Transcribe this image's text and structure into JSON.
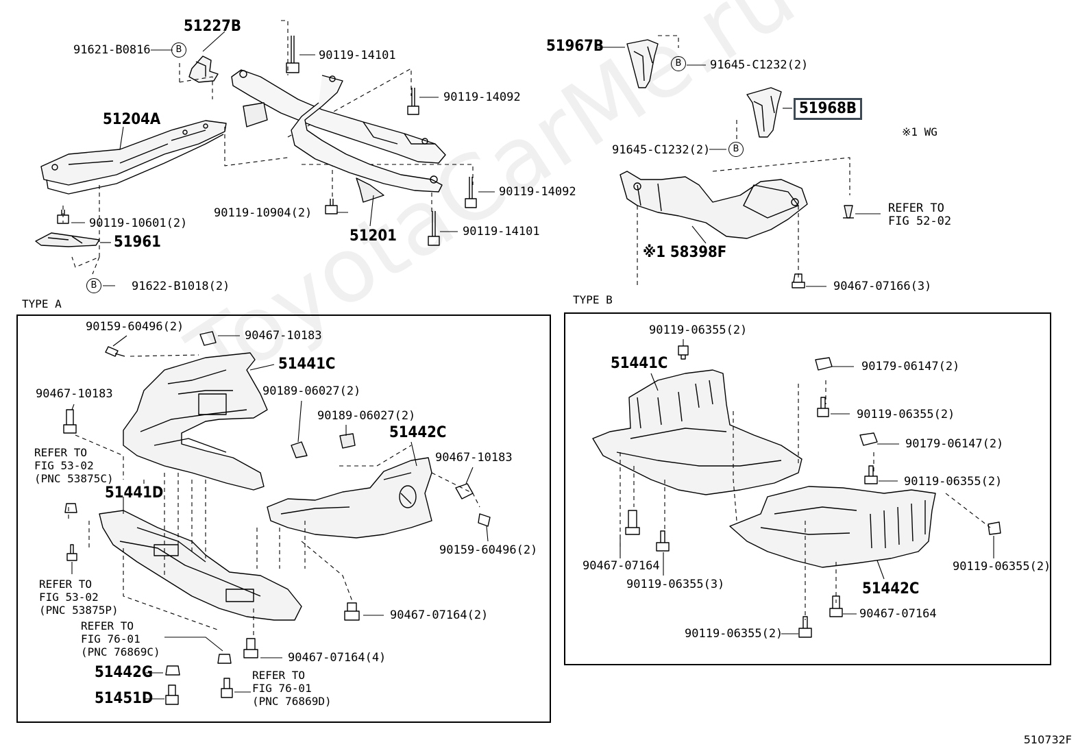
{
  "watermark": "ToyotaCarMe.ru",
  "figure_code": "510732F",
  "headings": {
    "type_a": "TYPE A",
    "type_b": "TYPE B"
  },
  "note_wg": "※1  WG",
  "circle_b": "B",
  "upper_left": {
    "p51227b": "51227B",
    "p91621": "91621-B0816",
    "p90119_14101_top": "90119-14101",
    "p90119_14092_a": "90119-14092",
    "p51204a": "51204A",
    "p90119_14092_b": "90119-14092",
    "p90119_10601": "90119-10601(2)",
    "p90119_10904": "90119-10904(2)",
    "p51201": "51201",
    "p90119_14101_bot": "90119-14101",
    "p51961": "51961",
    "p91622": "91622-B1018(2)"
  },
  "upper_right": {
    "p51967b": "51967B",
    "p91645_a": "91645-C1232(2)",
    "p51968b": "51968B",
    "p91645_b": "91645-C1232(2)",
    "refer_52_02": "REFER TO\nFIG 52-02",
    "p58398f": "※1 58398F",
    "p90467_07166": "90467-07166(3)"
  },
  "type_a": {
    "p90159_a": "90159-60496(2)",
    "p90467_10183_a": "90467-10183",
    "p51441c": "51441C",
    "p90467_10183_b": "90467-10183",
    "p90189_a": "90189-06027(2)",
    "p90189_b": "90189-06027(2)",
    "p51442c": "51442C",
    "refer_53_02_a": "REFER TO\nFIG 53-02\n(PNC 53875C)",
    "p90467_10183_c": "90467-10183",
    "p51441d": "51441D",
    "p90159_b": "90159-60496(2)",
    "refer_53_02_b": "REFER TO\nFIG 53-02\n(PNC 53875P)",
    "p90467_07164_2": "90467-07164(2)",
    "refer_76_01_a": "REFER TO\nFIG 76-01\n(PNC 76869C)",
    "p90467_07164_4": "90467-07164(4)",
    "p51442g": "51442G",
    "refer_76_01_b": "REFER TO\nFIG 76-01\n(PNC 76869D)",
    "p51451d": "51451D"
  },
  "type_b": {
    "p90119_06355_a": "90119-06355(2)",
    "p51441c": "51441C",
    "p90179_a": "90179-06147(2)",
    "p90119_06355_b": "90119-06355(2)",
    "p90179_b": "90179-06147(2)",
    "p90119_06355_c": "90119-06355(2)",
    "p90119_06355_d": "90119-06355(2)",
    "p90467_07164_a": "90467-07164",
    "p90119_06355_3": "90119-06355(3)",
    "p51442c": "51442C",
    "p90467_07164_b": "90467-07164",
    "p90119_06355_e": "90119-06355(2)"
  }
}
